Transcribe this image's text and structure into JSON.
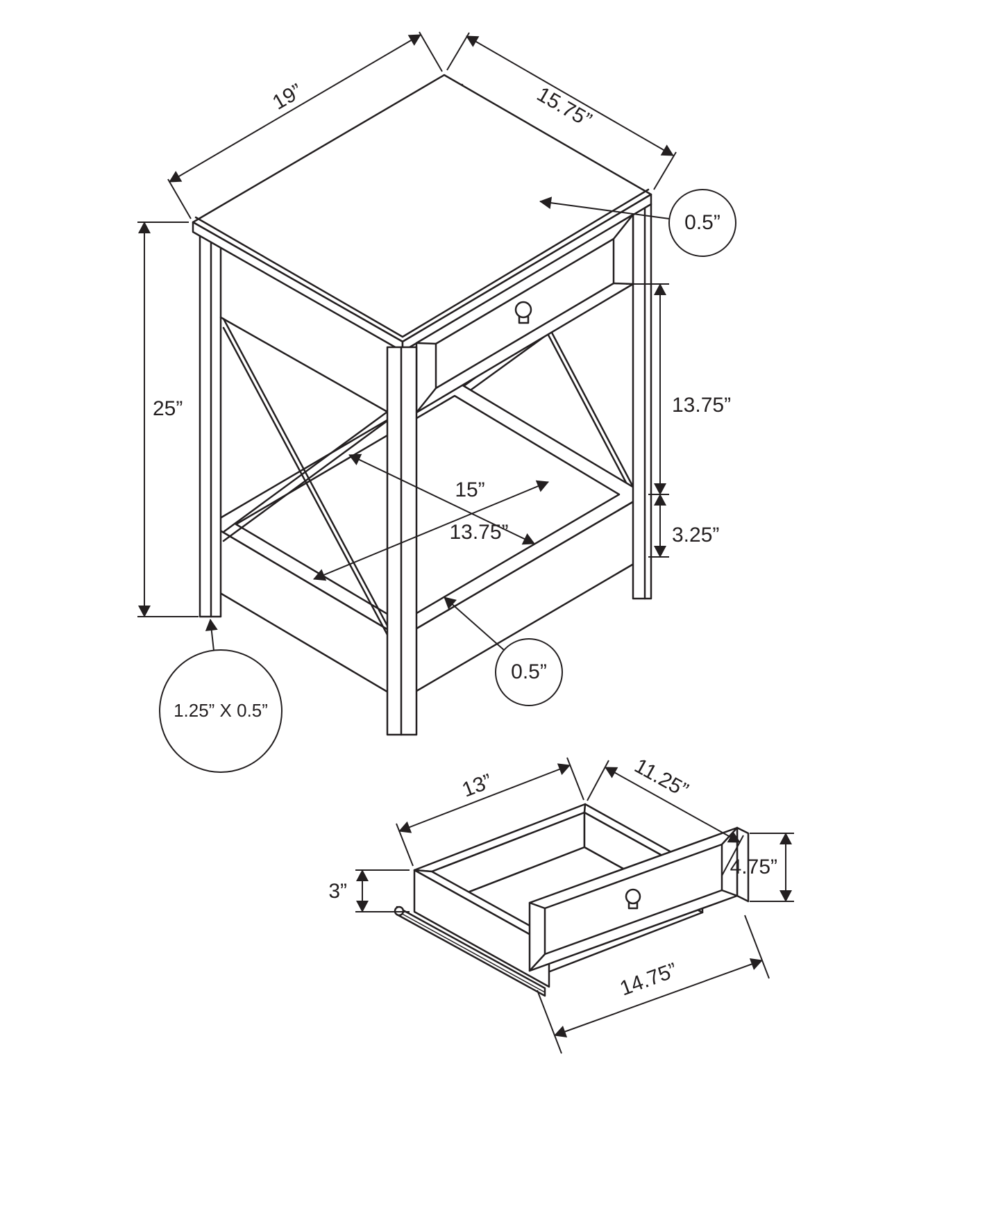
{
  "diagram": {
    "type": "furniture-assembly-dimension-drawing",
    "colors": {
      "line": "#231f20",
      "background": "#ffffff"
    },
    "main_view": {
      "top_depth_label": "19”",
      "top_width_label": "15.75”",
      "top_thickness_label": "0.5”",
      "height_label": "25”",
      "drawer_to_shelf_label": "13.75”",
      "shelf_length_label": "15”",
      "shelf_depth_label": "13.75”",
      "shelf_apron_label": "3.25”",
      "shelf_thickness_label": "0.5”",
      "leg_label": "1.25” X 0.5”"
    },
    "drawer_view": {
      "opening_width_label": "13”",
      "side_depth_label": "11.25”",
      "front_height_label": "4.75”",
      "side_height_label": "3”",
      "front_width_label": "14.75”"
    }
  }
}
